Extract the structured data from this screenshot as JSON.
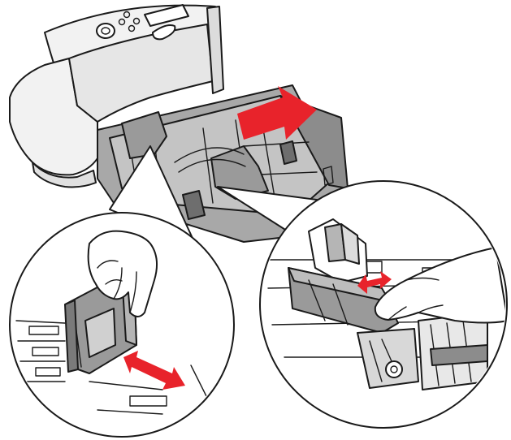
{
  "figure": {
    "colors": {
      "printer_body": "#f2f2f2",
      "printer_shadow": "#dcdcdc",
      "tray_dark": "#8c8c8c",
      "tray_mid": "#a8a8a8",
      "tray_light": "#c4c4c4",
      "guide_gray": "#9a9a9a",
      "line": "#1a1a1a",
      "arrow_red": "#e8232b",
      "background": "#ffffff"
    },
    "icons": {
      "pull_arrow": "arrow-right-down",
      "slide_arrow_left": "double-arrow",
      "slide_arrow_right": "double-arrow"
    }
  }
}
